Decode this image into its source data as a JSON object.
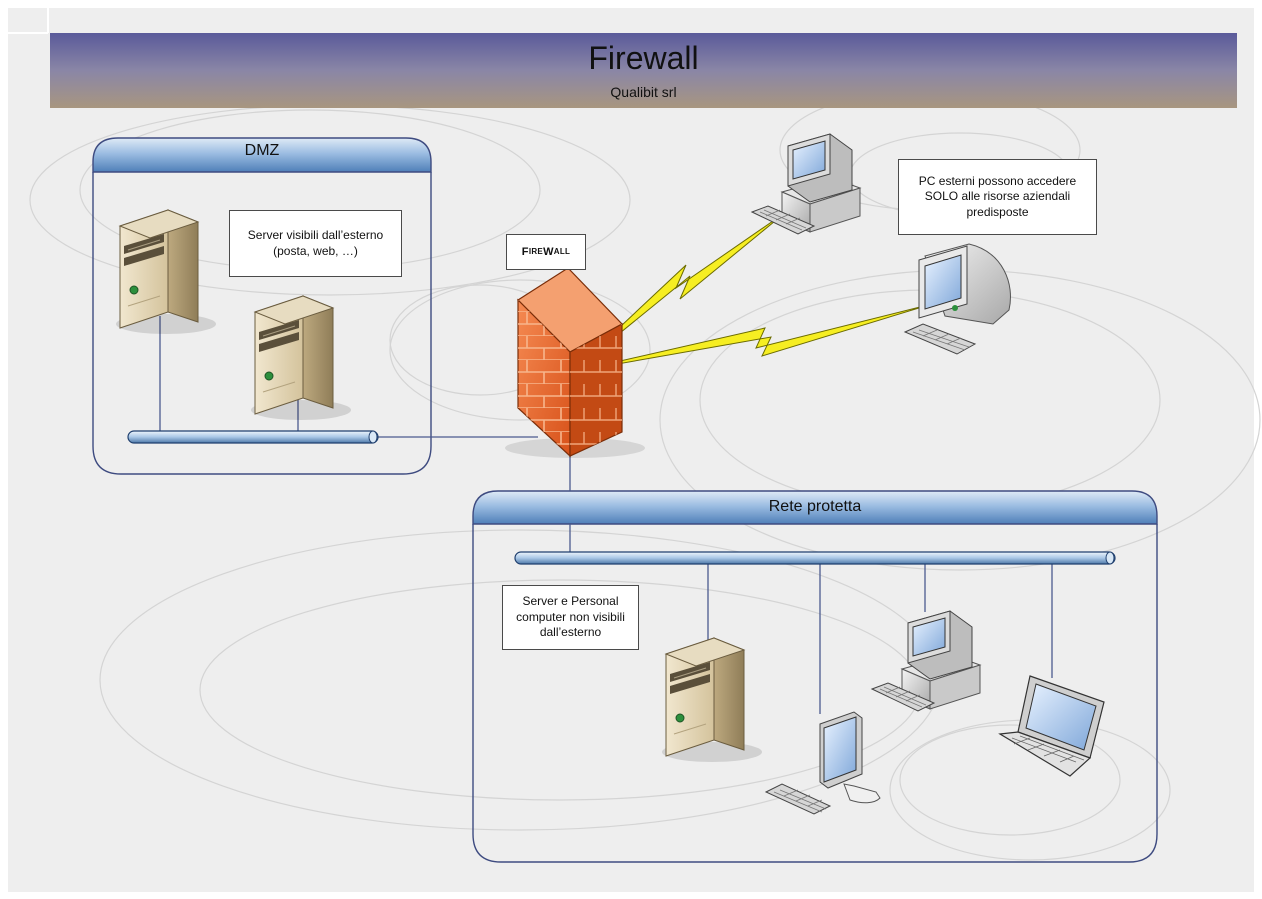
{
  "header": {
    "title": "Firewall",
    "subtitle": "Qualibit srl"
  },
  "zones": {
    "dmz": {
      "label": "DMZ"
    },
    "protected": {
      "label": "Rete protetta"
    }
  },
  "firewall": {
    "label_first": "F",
    "label_rest_1": "IRE",
    "label_mid": "W",
    "label_rest_2": "ALL"
  },
  "notes": {
    "dmz_servers": [
      "Server visibili dall’esterno",
      "(posta, web, …)"
    ],
    "external_pcs": [
      "PC esterni possono accedere",
      "SOLO alle risorse aziendali",
      "predisposte"
    ],
    "internal": [
      "Server e Personal",
      "computer non visibili",
      "dall’esterno"
    ]
  },
  "colors": {
    "banner_top": "#5a5a9a",
    "banner_bottom": "#a89680",
    "canvas": "#eeeeee",
    "zone_header_top": "#c7dbef",
    "zone_header_bottom": "#4f7fb8",
    "zone_border": "#3e4b80",
    "wire": "#4b5a8e",
    "firewall": "#ee6a2c",
    "lightning": "#f6ee22"
  },
  "icons": [
    "server-icon",
    "desktop-pc-icon",
    "crt-monitor-icon",
    "flat-monitor-icon",
    "laptop-icon",
    "brick-firewall-icon",
    "lightning-link-icon"
  ]
}
